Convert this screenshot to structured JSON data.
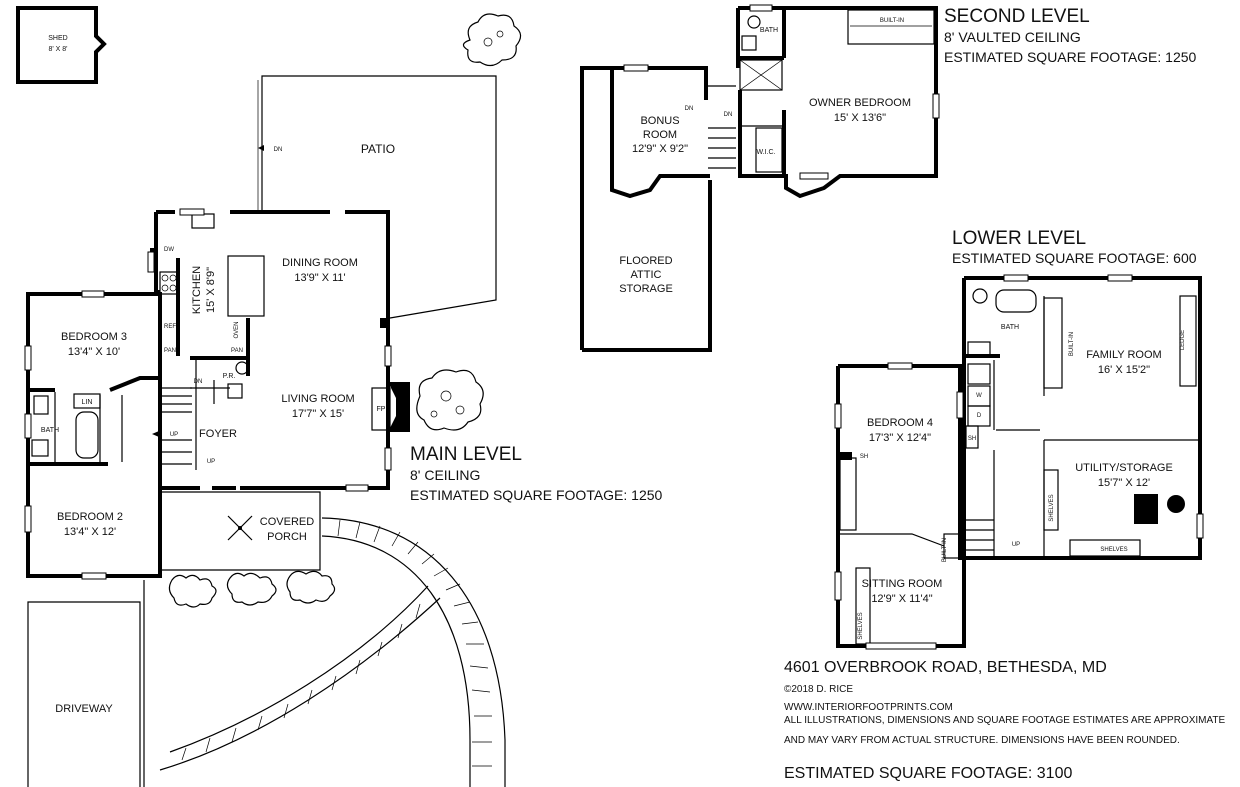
{
  "shed": {
    "name": "SHED",
    "dim": "8' X 8'"
  },
  "patio": {
    "name": "PATIO",
    "dn": "DN"
  },
  "main_level": {
    "heading": "MAIN LEVEL",
    "ceiling": "8' CEILING",
    "sqft": "ESTIMATED SQUARE FOOTAGE: 1250",
    "rooms": {
      "dining": {
        "name": "DINING ROOM",
        "dim": "13'9\" X 11'"
      },
      "kitchen": {
        "name": "KITCHEN",
        "dim": "15' X 8'9\""
      },
      "living": {
        "name": "LIVING ROOM",
        "dim": "17'7\" X 15'"
      },
      "bedroom3": {
        "name": "BEDROOM 3",
        "dim": "13'4\" X 10'"
      },
      "bedroom2": {
        "name": "BEDROOM 2",
        "dim": "13'4\" X 12'"
      },
      "bath": "BATH",
      "lin": "LIN",
      "foyer": "FOYER",
      "pr": "P.R.",
      "fp": "FP",
      "porch_line1": "COVERED",
      "porch_line2": "PORCH",
      "driveway": "DRIVEWAY"
    },
    "fixtures": {
      "dw": "DW",
      "ref": "REF",
      "pan1": "PAN",
      "pan2": "PAN",
      "oven": "OVEN",
      "up1": "UP",
      "up2": "UP",
      "dn": "DN"
    }
  },
  "second_level": {
    "heading": "SECOND LEVEL",
    "ceiling": "8' VAULTED CEILING",
    "sqft": "ESTIMATED SQUARE FOOTAGE: 1250",
    "rooms": {
      "owner": {
        "name": "OWNER BEDROOM",
        "dim": "15' X 13'6\""
      },
      "bonus": {
        "name1": "BONUS",
        "name2": "ROOM",
        "dim": "12'9\" X 9'2\""
      },
      "attic": {
        "l1": "FLOORED",
        "l2": "ATTIC",
        "l3": "STORAGE"
      },
      "bath": "BATH",
      "wic": "W.I.C.",
      "built_in": "BUILT-IN",
      "dn1": "DN",
      "dn2": "DN"
    }
  },
  "lower_level": {
    "heading": "LOWER LEVEL",
    "sqft": "ESTIMATED SQUARE FOOTAGE: 600",
    "rooms": {
      "family": {
        "name": "FAMILY ROOM",
        "dim": "16' X 15'2\""
      },
      "bedroom4": {
        "name": "BEDROOM 4",
        "dim": "17'3\" X 12'4\""
      },
      "utility": {
        "name": "UTILITY/STORAGE",
        "dim": "15'7\" X 12'"
      },
      "sitting": {
        "name": "SITTING ROOM",
        "dim": "12'9\" X 11'4\""
      },
      "bath": "BATH",
      "ledge": "LEDGE",
      "built_in1": "BUILT-IN",
      "built_in2": "BUILT-IN",
      "shelves1": "SHELVES",
      "shelves2": "SHELVES",
      "shelves3": "SHELVES",
      "w": "W",
      "d": "D",
      "sh1": "SH",
      "sh2": "SH",
      "up": "UP"
    }
  },
  "info": {
    "address": "4601 OVERBROOK ROAD, BETHESDA, MD",
    "copyright": "©2018 D. RICE",
    "website": "WWW.INTERIORFOOTPRINTS.COM",
    "disclaimer1": "ALL ILLUSTRATIONS, DIMENSIONS AND SQUARE FOOTAGE ESTIMATES ARE APPROXIMATE",
    "disclaimer2": "AND MAY VARY FROM ACTUAL STRUCTURE. DIMENSIONS HAVE BEEN ROUNDED.",
    "total": "ESTIMATED SQUARE FOOTAGE: 3100"
  }
}
